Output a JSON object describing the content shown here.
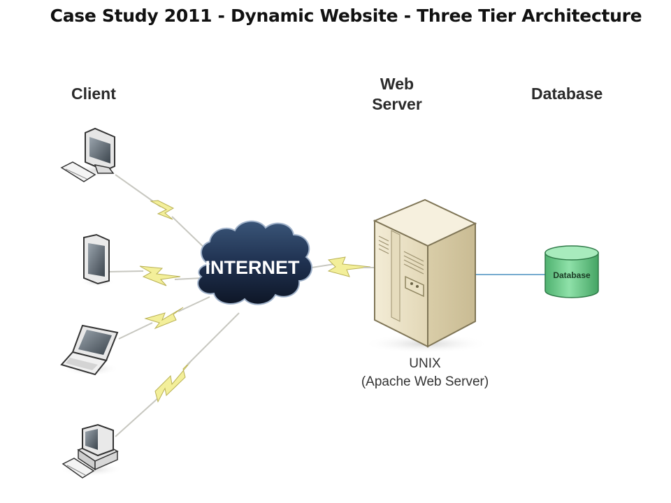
{
  "title": "Case Study 2011 - Dynamic Website - Three Tier Architecture",
  "tiers": {
    "client": "Client",
    "web_server": [
      "Web",
      "Server"
    ],
    "database": "Database"
  },
  "cloud": {
    "label": "INTERNET",
    "icon": "cloud-icon"
  },
  "server": {
    "icon": "server-tower-icon",
    "os": "UNIX",
    "software": "(Apache Web Server)"
  },
  "database_node": {
    "label": "Database",
    "icon": "database-cylinder-icon"
  },
  "clients": [
    {
      "icon": "desktop-monitor-icon"
    },
    {
      "icon": "tablet-icon"
    },
    {
      "icon": "laptop-icon"
    },
    {
      "icon": "desktop-computer-icon"
    }
  ],
  "colors": {
    "lightning": "#f3ef9a",
    "lightning_stroke": "#b9b154",
    "cloud": "#1e2f47",
    "server": "#ece3c9",
    "database": "#6fce8d",
    "db_link": "#4a90c0"
  }
}
